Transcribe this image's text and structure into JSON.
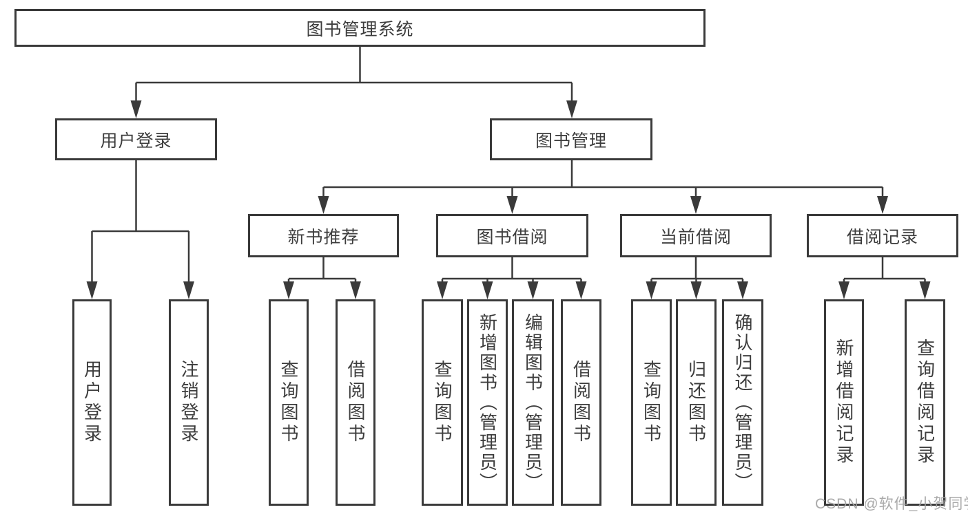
{
  "tree": {
    "label": "图书管理系统",
    "children": [
      {
        "label": "用户登录",
        "children": [
          {
            "label": "用户登录"
          },
          {
            "label": "注销登录"
          }
        ]
      },
      {
        "label": "图书管理",
        "children": [
          {
            "label": "新书推荐",
            "children": [
              {
                "label": "查询图书"
              },
              {
                "label": "借阅图书"
              }
            ]
          },
          {
            "label": "图书借阅",
            "children": [
              {
                "label": "查询图书"
              },
              {
                "label": "新增图书（管理员）"
              },
              {
                "label": "编辑图书（管理员）"
              },
              {
                "label": "借阅图书"
              }
            ]
          },
          {
            "label": "当前借阅",
            "children": [
              {
                "label": "查询图书"
              },
              {
                "label": "归还图书"
              },
              {
                "label": "确认归还（管理员）"
              }
            ]
          },
          {
            "label": "借阅记录",
            "children": [
              {
                "label": "新增借阅记录"
              },
              {
                "label": "查询借阅记录"
              }
            ]
          }
        ]
      }
    ]
  },
  "watermark": {
    "text": "CSDN @软件_小贺同学"
  },
  "colors": {
    "line": "#3a3a3a",
    "text": "#3d3d3d",
    "watermark": "#a3a3a3",
    "background": "#ffffff"
  }
}
